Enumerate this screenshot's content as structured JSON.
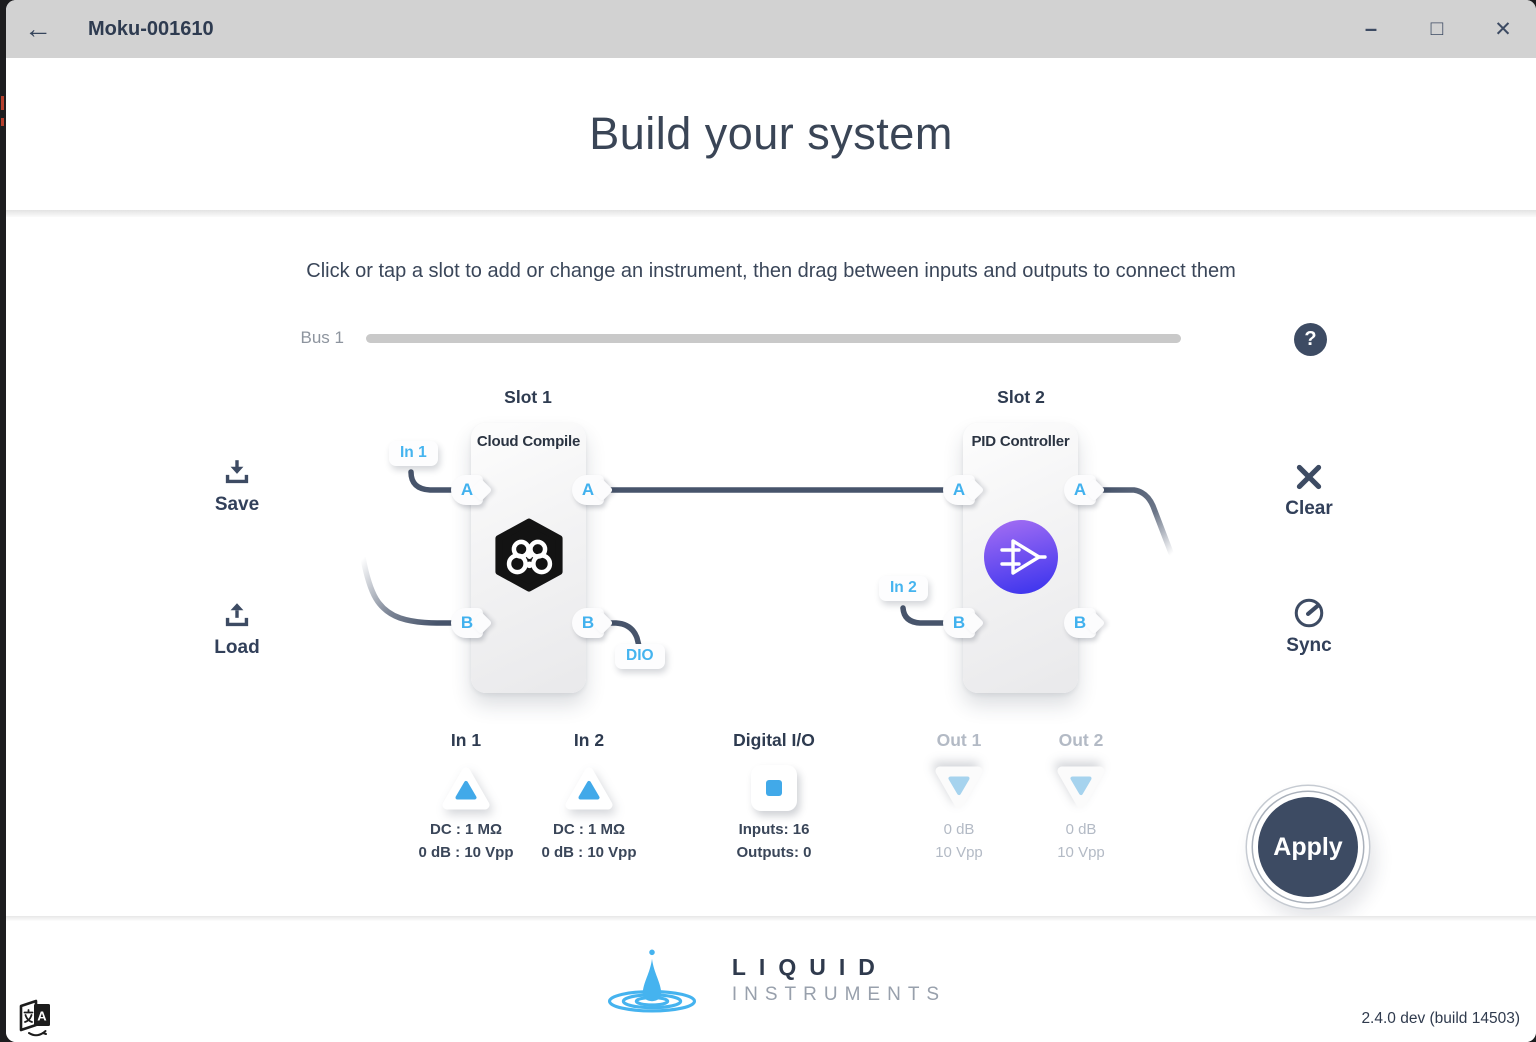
{
  "titlebar": {
    "back_icon": "←",
    "title": "Moku-001610",
    "minimize_icon": "–",
    "maximize_icon": "□",
    "close_icon": "✕"
  },
  "header": {
    "title": "Build your system"
  },
  "builder": {
    "instruction": "Click or tap a slot to add or change an instrument, then drag between inputs and outputs to connect them",
    "bus_label": "Bus 1",
    "help_glyph": "?",
    "slots": [
      {
        "label": "Slot 1",
        "instrument": "Cloud Compile",
        "icon": "cloud-compile-icon",
        "ports": {
          "left": [
            "A",
            "B"
          ],
          "right": [
            "A",
            "B"
          ]
        }
      },
      {
        "label": "Slot 2",
        "instrument": "PID Controller",
        "icon": "pid-controller-icon",
        "ports": {
          "left": [
            "A",
            "B"
          ],
          "right": [
            "A",
            "B"
          ]
        }
      }
    ],
    "tags": {
      "in1": "In 1",
      "in2": "In 2",
      "dio": "DIO"
    },
    "actions": {
      "save": "Save",
      "load": "Load",
      "clear": "Clear",
      "sync": "Sync",
      "apply": "Apply"
    }
  },
  "io": {
    "items": [
      {
        "label": "In 1",
        "line1": "DC : 1 MΩ",
        "line2": "0 dB : 10 Vpp",
        "muted": false,
        "icon": "input-up-triangle-icon"
      },
      {
        "label": "In 2",
        "line1": "DC : 1 MΩ",
        "line2": "0 dB : 10 Vpp",
        "muted": false,
        "icon": "input-up-triangle-icon"
      },
      {
        "label": "Digital I/O",
        "line1": "Inputs: 16",
        "line2": "Outputs: 0",
        "muted": false,
        "icon": "digital-io-square-icon"
      },
      {
        "label": "Out 1",
        "line1": "0 dB",
        "line2": "10 Vpp",
        "muted": true,
        "icon": "output-down-triangle-icon"
      },
      {
        "label": "Out 2",
        "line1": "0 dB",
        "line2": "10 Vpp",
        "muted": true,
        "icon": "output-down-triangle-icon"
      }
    ]
  },
  "footer": {
    "brand_line1": "LIQUID",
    "brand_line2": "INSTRUMENTS",
    "version": "2.4.0 dev (build 14503)"
  },
  "colors": {
    "accent_blue": "#41b1ee",
    "dark_slate": "#3d4b63",
    "wire": "#47546b",
    "titlebar_bg": "#d2d2d2",
    "muted_gray": "#b3bac5",
    "bus_bar": "#c9c9c9",
    "pid_icon_top": "#a26df3",
    "pid_icon_bottom": "#4338ee",
    "logo_blue": "#45b3ef"
  }
}
